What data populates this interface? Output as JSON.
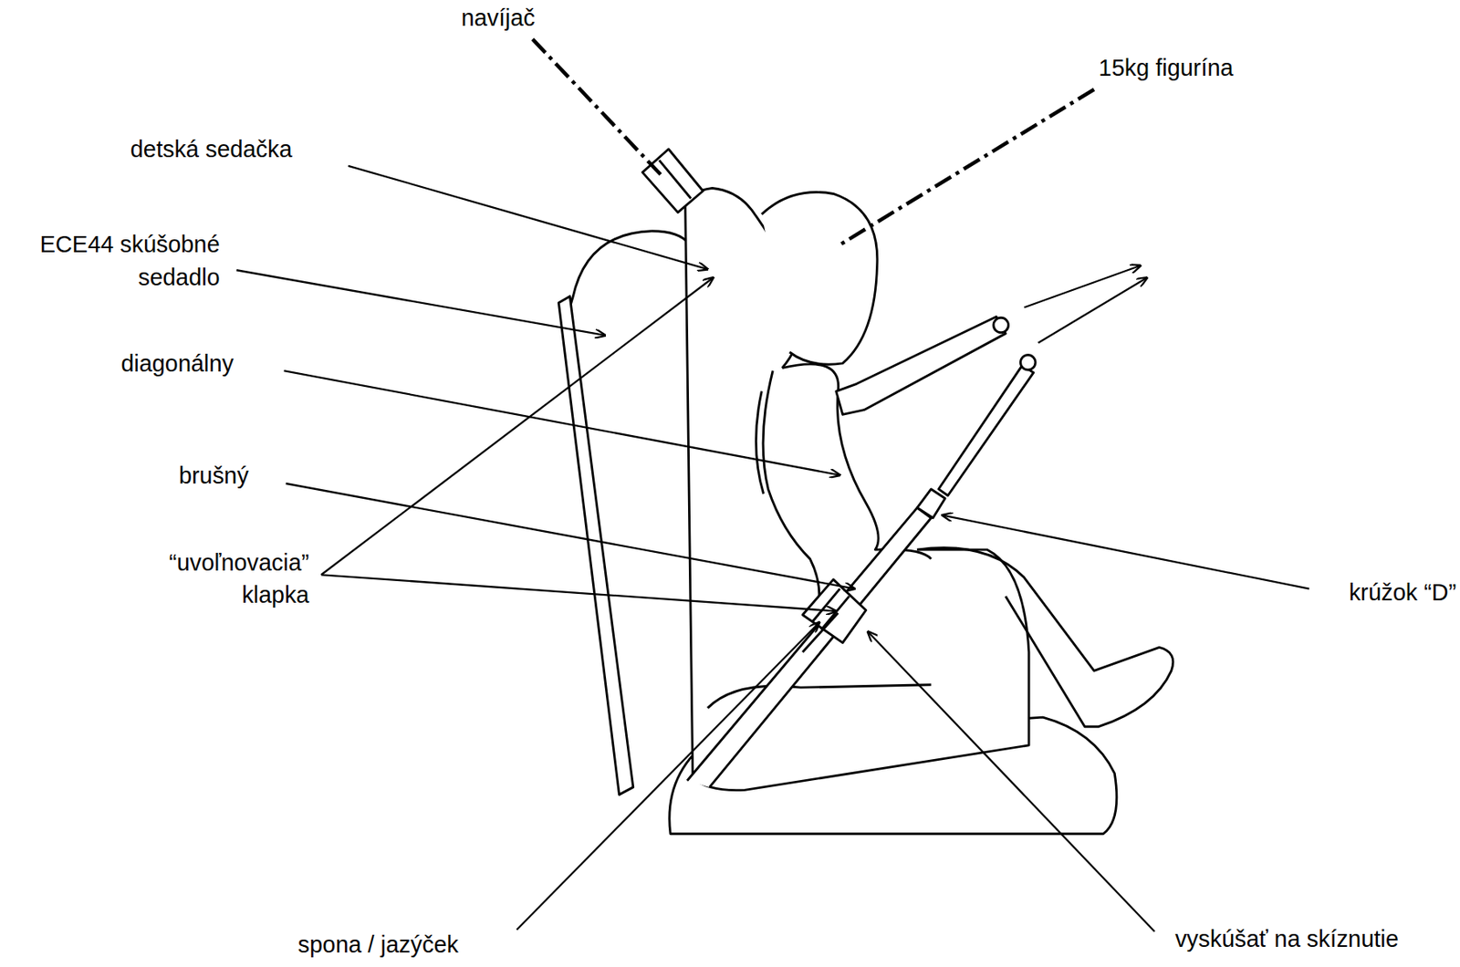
{
  "diagram": {
    "labels": [
      "navíjač",
      "15kg figurína",
      "detská sedačka",
      "ECE44 skúšobné sedadlo",
      "diagonálny",
      "brušný",
      "“uvoľnovacia” klapka",
      "krúžok “D”",
      "spona / jazýček",
      "vyskúšať na skíznutie"
    ]
  }
}
